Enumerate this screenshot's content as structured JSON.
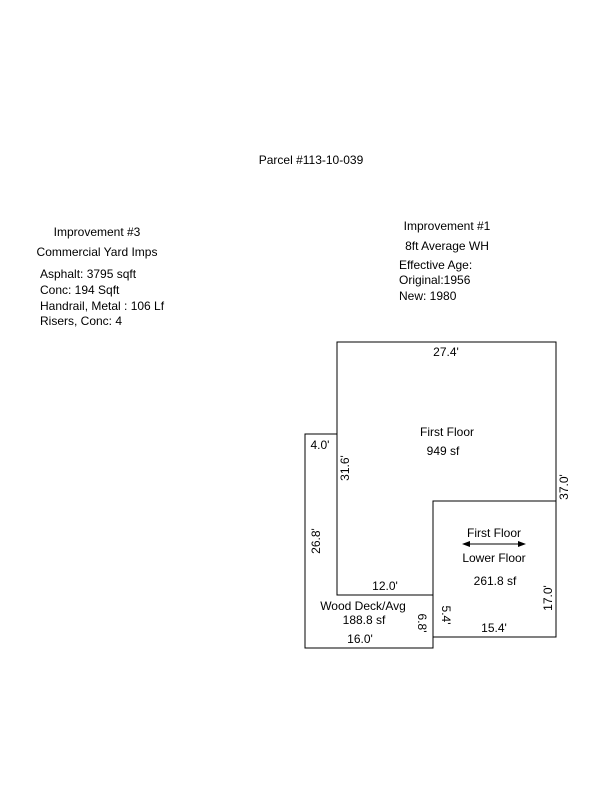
{
  "parcel": "Parcel #113-10-039",
  "improvement3": {
    "title": "Improvement #3",
    "subtitle": "Commercial Yard Imps",
    "items": [
      "Asphalt: 3795 sqft",
      "Conc: 194 Sqft",
      "Handrail, Metal : 106 Lf",
      "Risers, Conc: 4"
    ]
  },
  "improvement1": {
    "title": "Improvement #1",
    "subtitle": "8ft Average WH",
    "effective_age_label": "Effective Age:",
    "original": "Original:1956",
    "new": "New: 1980"
  },
  "areas": {
    "first_floor": {
      "label": "First Floor",
      "area": "949 sf"
    },
    "lower": {
      "label1": "First Floor",
      "label2": "Lower Floor",
      "area": "261.8 sf"
    },
    "deck": {
      "label": "Wood Deck/Avg",
      "area": "188.8 sf"
    }
  },
  "dimensions": {
    "top": "27.4'",
    "right_main": "37.0'",
    "left_main": "31.6'",
    "deck_top": "4.0'",
    "deck_left": "26.8'",
    "inner_bottom": "12.0'",
    "deck_bottom": "16.0'",
    "deck_right": "6.8'",
    "lower_step": "5.4'",
    "lower_bottom": "15.4'",
    "lower_right": "17.0'"
  }
}
